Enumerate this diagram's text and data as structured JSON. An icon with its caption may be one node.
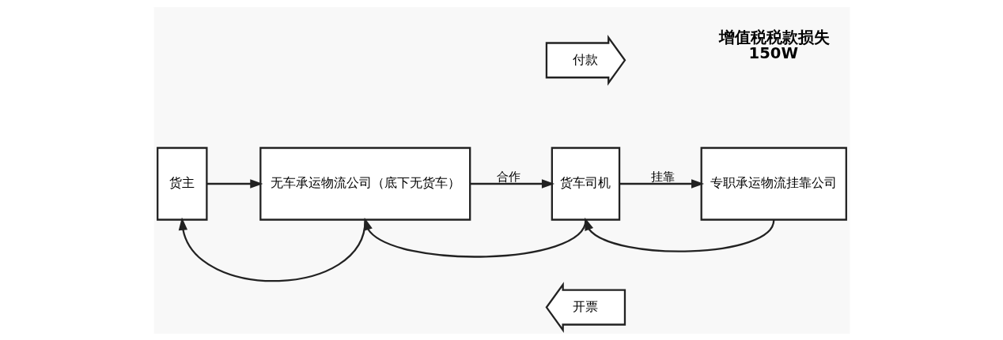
{
  "diagram": {
    "nodes": [
      {
        "text": [
          "货主"
        ]
      },
      {
        "text": [
          "无车承运物流公司（底下无货车）"
        ]
      },
      {
        "text": [
          "货车司机"
        ]
      },
      {
        "text": [
          "专职承运物流挂靠公司"
        ]
      },
      {
        "text": [
          "付款"
        ]
      },
      {
        "text": [
          "开票"
        ]
      }
    ],
    "edges": [
      {
        "from": 0,
        "to": 1,
        "arrow": "to"
      },
      {
        "from": 1,
        "to": 2,
        "arrow": "to",
        "label": "合作"
      },
      {
        "from": 2,
        "to": 3,
        "arrow": "to",
        "label": "挂靠"
      },
      {
        "from": 1,
        "to": 0,
        "arrow": "to"
      },
      {
        "from": 2,
        "to": 1,
        "arrow": "to"
      },
      {
        "from": 3,
        "to": 2,
        "arrow": "to"
      }
    ],
    "labels": [
      "增值税税款损失",
      "150W"
    ]
  }
}
